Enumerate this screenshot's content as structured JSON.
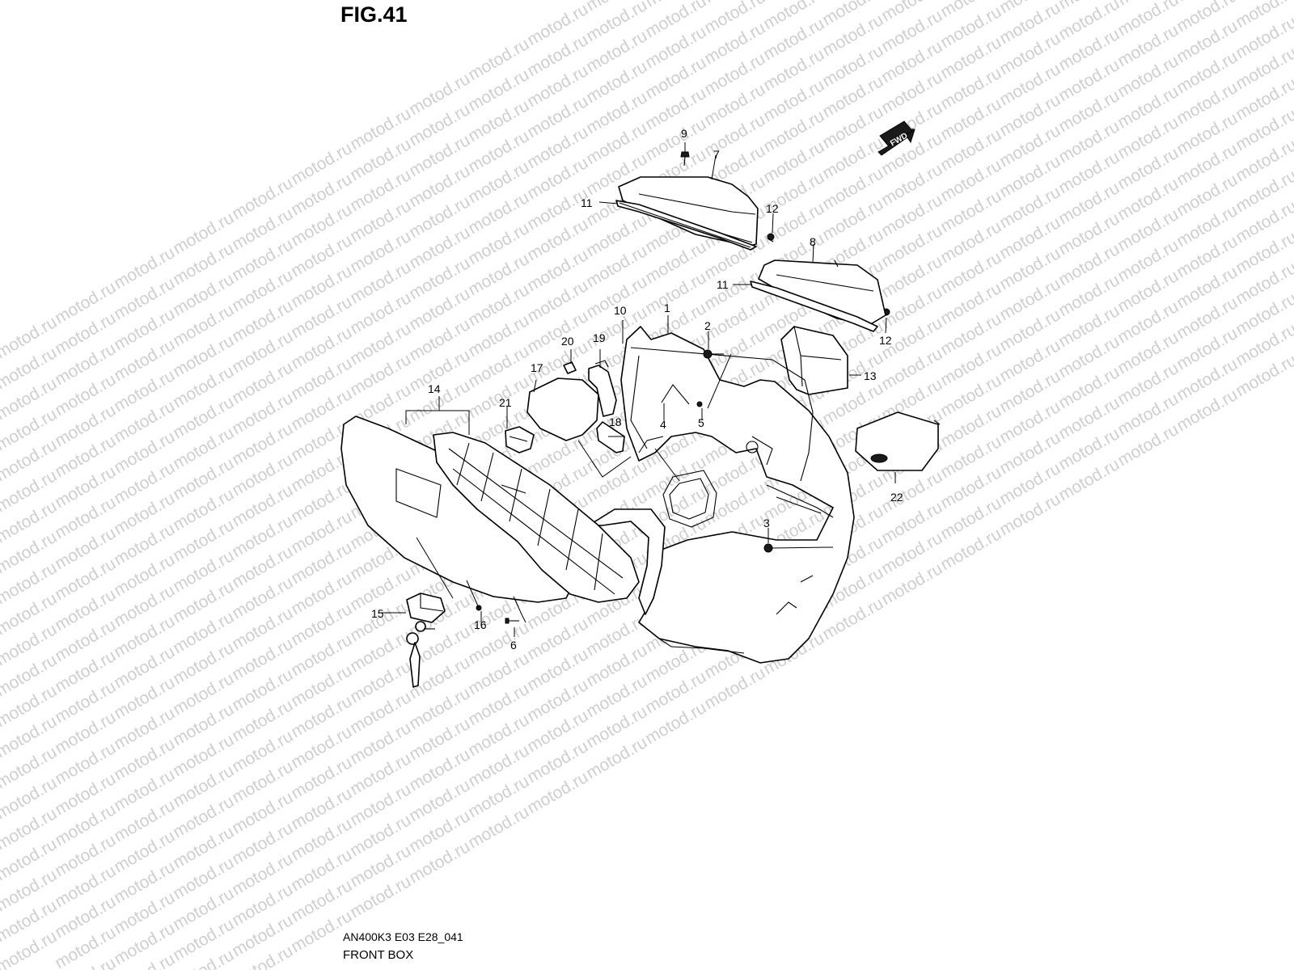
{
  "header": {
    "figure_label": "FIG.41"
  },
  "footer": {
    "model_code": "AN400K3 E03 E28_041",
    "caption": "FRONT BOX"
  },
  "watermark": {
    "text": "motod.ru"
  },
  "direction_marker": {
    "text": "FWD"
  },
  "callouts": {
    "c1": "1",
    "c2": "2",
    "c3": "3",
    "c4": "4",
    "c5": "5",
    "c6": "6",
    "c7": "7",
    "c8": "8",
    "c9": "9",
    "c10": "10",
    "c11a": "11",
    "c11b": "11",
    "c12a": "12",
    "c12b": "12",
    "c13": "13",
    "c14": "14",
    "c15": "15",
    "c16": "16",
    "c17": "17",
    "c18": "18",
    "c19": "19",
    "c20": "20",
    "c21": "21",
    "c22": "22"
  }
}
